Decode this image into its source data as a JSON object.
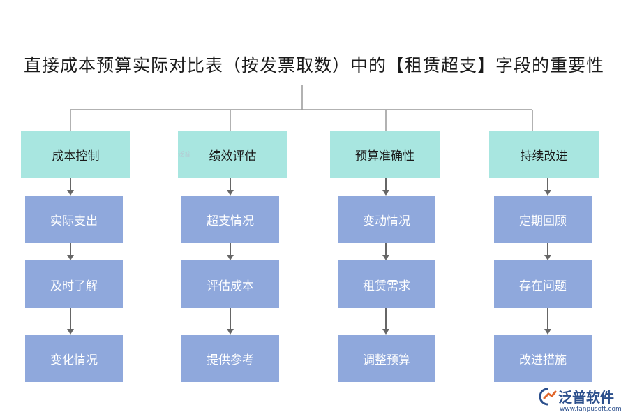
{
  "title": "直接成本预算实际对比表（按发票取数）中的【租赁超支】字段的重要性",
  "colors": {
    "header_fill": "#a8e6e0",
    "item_fill": "#8fa8dc",
    "connector": "#999999",
    "arrow": "#666666",
    "logo": "#2b4f8c"
  },
  "columns": [
    {
      "header": "成本控制",
      "items": [
        "实际支出",
        "及时了解",
        "变化情况"
      ]
    },
    {
      "header": "绩效评估",
      "items": [
        "超支情况",
        "评估成本",
        "提供参考"
      ]
    },
    {
      "header": "预算准确性",
      "items": [
        "变动情况",
        "租赁需求",
        "调整预算"
      ]
    },
    {
      "header": "持续改进",
      "items": [
        "定期回顾",
        "存在问题",
        "改进措施"
      ]
    }
  ],
  "logo": {
    "name": "泛普软件",
    "url": "www.fanpusoft.com",
    "mark_icon": "fanpu-logo-icon"
  },
  "watermark": {
    "text": "泛普"
  }
}
